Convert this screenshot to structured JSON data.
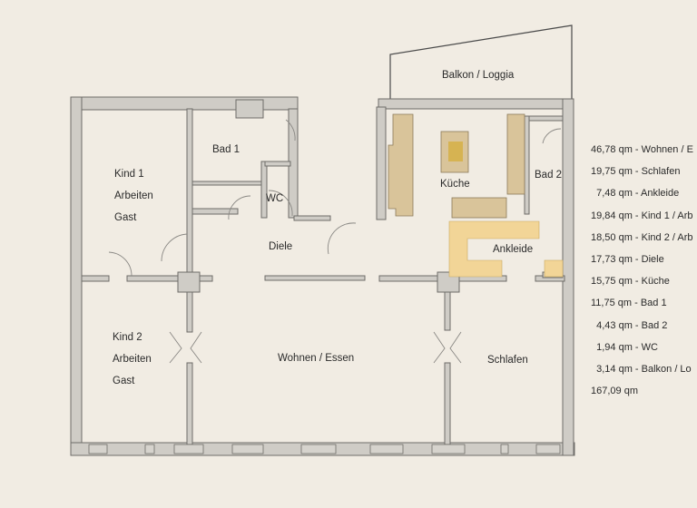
{
  "floorplan": {
    "rooms": [
      {
        "id": "balkon",
        "lines": [
          "Balkon / Loggia"
        ]
      },
      {
        "id": "kind1",
        "lines": [
          "Kind 1",
          "Arbeiten",
          "Gast"
        ]
      },
      {
        "id": "bad1",
        "lines": [
          "Bad 1"
        ]
      },
      {
        "id": "wc",
        "lines": [
          "WC"
        ]
      },
      {
        "id": "diele",
        "lines": [
          "Diele"
        ]
      },
      {
        "id": "kueche",
        "lines": [
          "Küche"
        ]
      },
      {
        "id": "bad2",
        "lines": [
          "Bad 2"
        ]
      },
      {
        "id": "ankleide",
        "lines": [
          "Ankleide"
        ]
      },
      {
        "id": "kind2",
        "lines": [
          "Kind 2",
          "Arbeiten",
          "Gast"
        ]
      },
      {
        "id": "wohnen",
        "lines": [
          "Wohnen / Essen"
        ]
      },
      {
        "id": "schlafen",
        "lines": [
          "Schlafen"
        ]
      }
    ],
    "colors": {
      "background": "#f1ece3",
      "wall": "#cfccc6",
      "wall_outline": "#6e6c68",
      "kitchen_fitting": "#d9c49a",
      "wardrobe_fitting": "#f2d597"
    }
  },
  "legend": {
    "items": [
      "46,78 qm - Wohnen / E",
      "19,75 qm - Schlafen",
      "  7,48 qm - Ankleide",
      "19,84 qm - Kind 1 / Arb",
      "18,50 qm - Kind 2 / Arb",
      "17,73 qm - Diele",
      "15,75 qm - Küche",
      "11,75 qm - Bad 1",
      "  4,43 qm - Bad 2",
      "  1,94 qm - WC",
      "  3,14 qm - Balkon / Lo"
    ],
    "total": "167,09 qm"
  }
}
